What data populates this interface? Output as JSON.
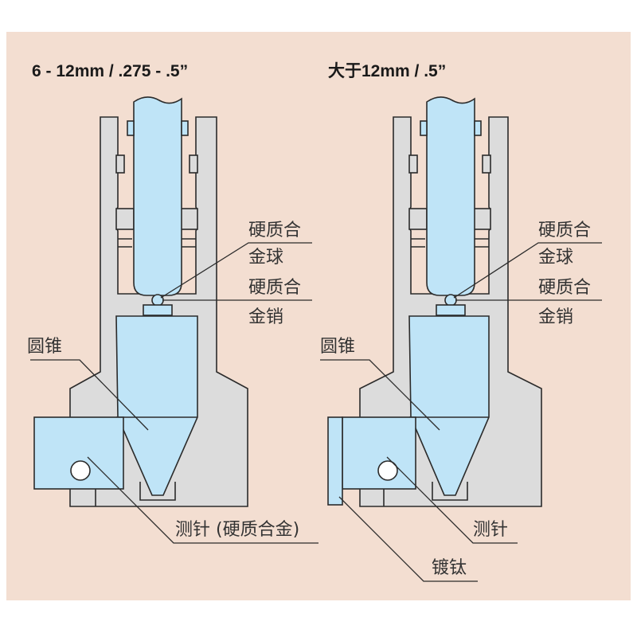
{
  "colors": {
    "background": "#f3ded1",
    "housing": "#dcdcdc",
    "part": "#bfe4f7",
    "outline": "#2b2b2b"
  },
  "left": {
    "title": "6 - 12mm / .275 - .5”",
    "labels": {
      "ball_line1": "硬质合",
      "ball_line2": "金球",
      "pin_line1": "硬质合",
      "pin_line2": "金销",
      "cone": "圆锥",
      "stylus": "测针 (硬质合金)"
    }
  },
  "right": {
    "title": "大于12mm / .5”",
    "labels": {
      "ball_line1": "硬质合",
      "ball_line2": "金球",
      "pin_line1": "硬质合",
      "pin_line2": "金销",
      "cone": "圆锥",
      "stylus": "测针",
      "plating": "镀钛"
    }
  }
}
